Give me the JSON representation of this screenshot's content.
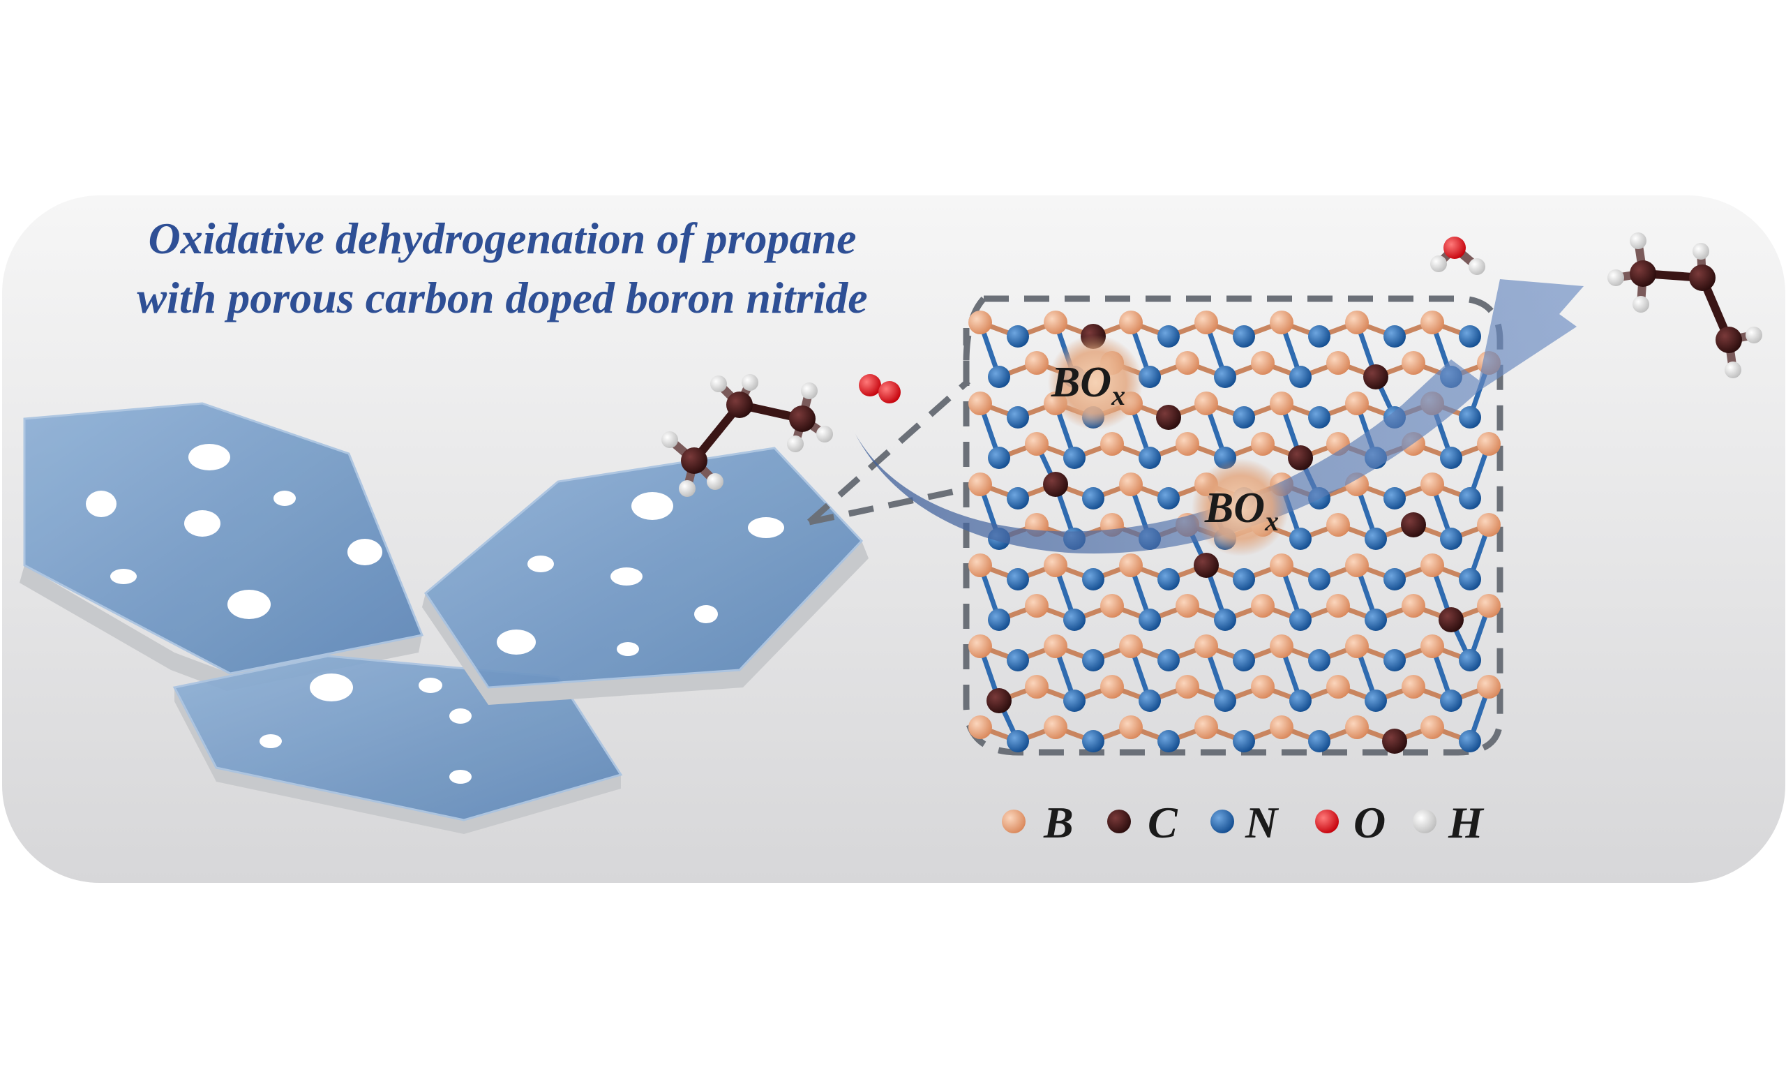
{
  "title": {
    "line1": "Oxidative dehydrogenation of propane",
    "line2": "with porous carbon doped boron nitride"
  },
  "sites": [
    {
      "text": "BO",
      "sub": "x"
    },
    {
      "text": "BO",
      "sub": "x"
    }
  ],
  "legend": [
    {
      "symbol": "B",
      "color": "#e59f75"
    },
    {
      "symbol": "C",
      "color": "#3a1515"
    },
    {
      "symbol": "N",
      "color": "#1e5ea8"
    },
    {
      "symbol": "O",
      "color": "#e8101a"
    },
    {
      "symbol": "H",
      "color": "#f2f2f2"
    }
  ],
  "colors": {
    "title": "#2e4f95",
    "sheet": "#6e97c4",
    "arrow": "#4d6ea8",
    "dash": "#6b7078"
  }
}
